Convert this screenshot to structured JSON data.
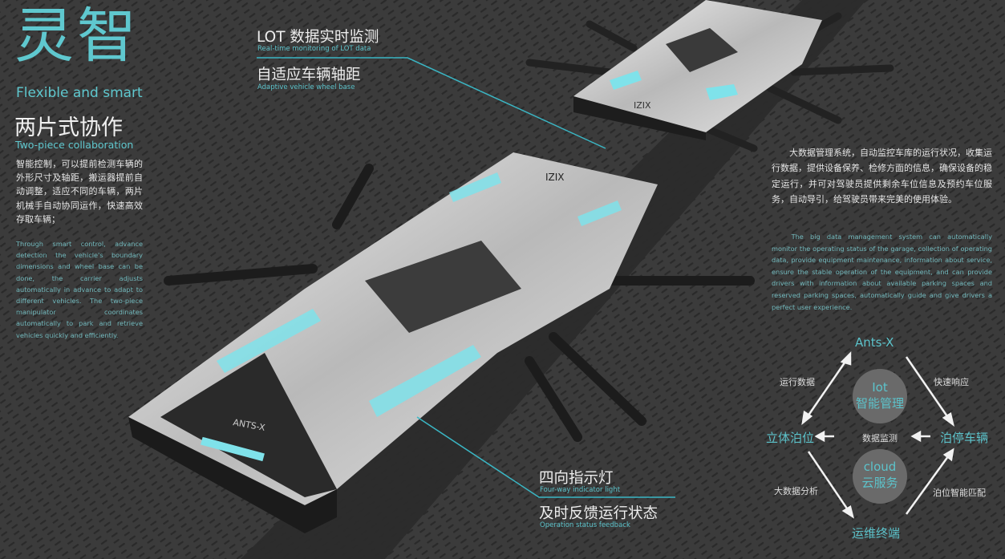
{
  "left": {
    "title": "灵智",
    "subtitle": "Flexible and smart",
    "heading": "两片式协作",
    "heading_en": "Two-piece collaboration",
    "body_cn": "智能控制，可以提前检测车辆的外形尺寸及轴距，搬运器提前自动调整，适应不同的车辆，两片机械手自动协同运作，快速高效存取车辆；",
    "body_en": "Through smart control, advance detection the vehicle's boundary dimensions and wheel base can be done, the carrier adjusts automatically in advance to adapt to different vehicles. The two-piece manipulator coordinates automatically to park and retrieve vehicles quickly and efficiently."
  },
  "top_callout": {
    "line1": "LOT 数据实时监测",
    "line1_en": "Real-time monitoring of LOT data",
    "line2": "自适应车辆轴距",
    "line2_en": "Adaptive vehicle wheel base"
  },
  "bottom_callout": {
    "line1": "四向指示灯",
    "line1_en": "Four-way indicator light",
    "line2": "及时反馈运行状态",
    "line2_en": "Operation status feedback"
  },
  "product": {
    "brand_front": "ANTS-X",
    "brand_top": "IZIX"
  },
  "right": {
    "body_cn": "大数据管理系统，自动监控车库的运行状况，收集运行数据，提供设备保养、检修方面的信息，确保设备的稳定运行，并可对驾驶员提供剩余车位信息及预约车位服务，自动导引，给驾驶员带来完美的使用体验。",
    "body_en": "The big data management system can automatically monitor the operating status of the garage, collection of operating data, provide equipment maintenance, information about service, ensure the stable operation of the equipment, and can provide drivers with information about available parking spaces and reserved parking spaces, automatically guide and give drivers a perfect user experience."
  },
  "diagram": {
    "top": "Ants-X",
    "left": "立体泊位",
    "right": "泊停车辆",
    "bottom": "运维终端",
    "circle1_en": "Iot",
    "circle1_cn": "智能管理",
    "circle2_en": "cloud",
    "circle2_cn": "云服务",
    "edge_tl": "运行数据",
    "edge_tr": "快速响应",
    "edge_mid": "数据监测",
    "edge_bl": "大数据分析",
    "edge_br": "泊位智能匹配"
  },
  "colors": {
    "accent": "#5cc3cb",
    "background": "#3a3a3a"
  }
}
